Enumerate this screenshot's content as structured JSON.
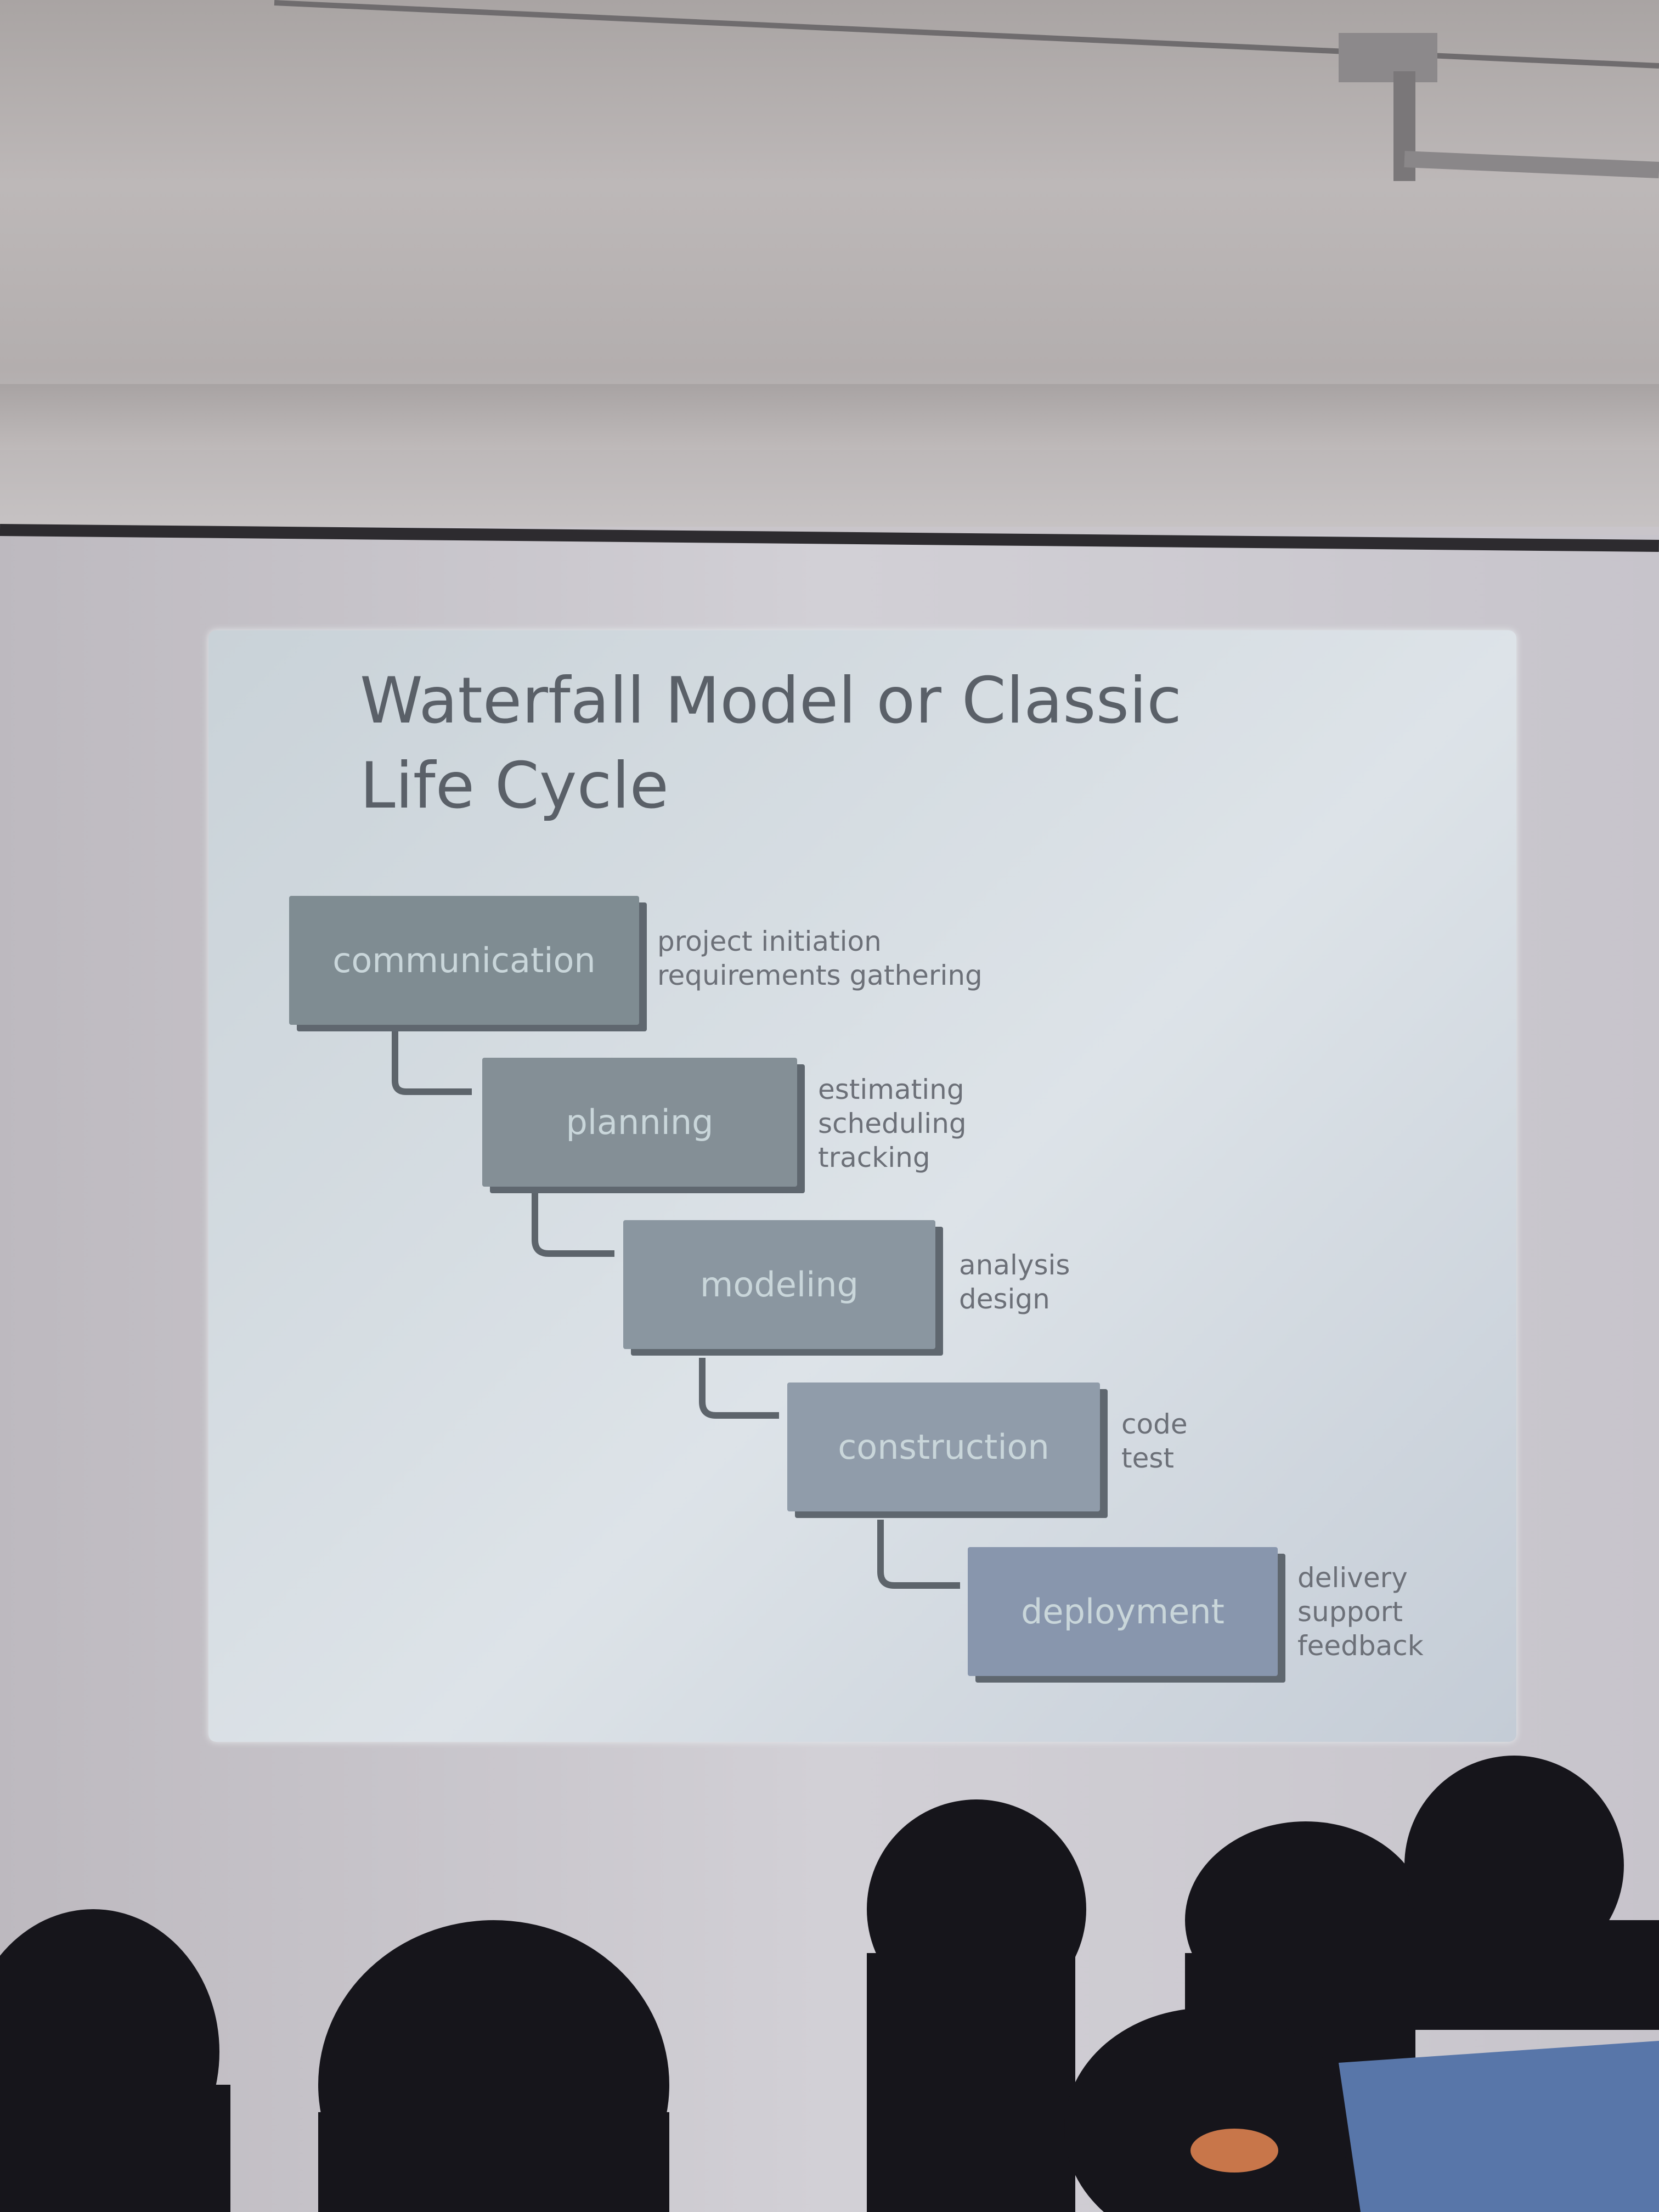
{
  "slide": {
    "title_line1": "Waterfall Model or Classic",
    "title_line2": "Life Cycle",
    "phases": [
      {
        "label": "communication",
        "notes": "project initiation\nrequirements gathering",
        "color": "#7f8c92"
      },
      {
        "label": "planning",
        "notes": "estimating\nscheduling\ntracking",
        "color": "#848f96"
      },
      {
        "label": "modeling",
        "notes": "analysis\ndesign",
        "color": "#8a96a0"
      },
      {
        "label": "construction",
        "notes": "code\ntest",
        "color": "#909caa"
      },
      {
        "label": "deployment",
        "notes": "delivery\nsupport\nfeedback",
        "color": "#8896ad"
      }
    ]
  }
}
